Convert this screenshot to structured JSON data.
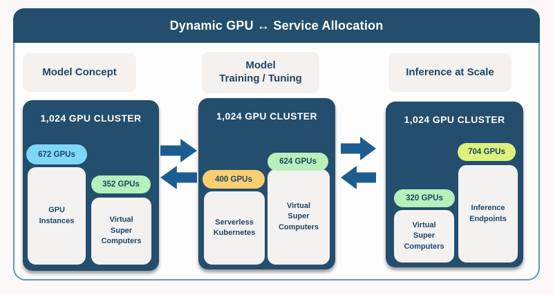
{
  "title": "Dynamic GPU ↔ Service Allocation",
  "panels": [
    {
      "heading": "Model Concept",
      "cluster_label": "1,024 GPU CLUSTER",
      "badges": [
        {
          "label": "672 GPUs",
          "color": "#7ed7f8"
        },
        {
          "label": "352 GPUs",
          "color": "#b6f0ba"
        }
      ],
      "boxes": [
        {
          "label": "GPU\nInstances"
        },
        {
          "label": "Virtual\nSuper\nComputers"
        }
      ]
    },
    {
      "heading": "Model\nTraining / Tuning",
      "cluster_label": "1,024 GPU CLUSTER",
      "badges": [
        {
          "label": "624 GPUs",
          "color": "#b6f0ba"
        },
        {
          "label": "400 GPUs",
          "color": "#fbce72"
        }
      ],
      "boxes": [
        {
          "label": "Serverless\nKubernetes"
        },
        {
          "label": "Virtual\nSuper\nComputers"
        }
      ]
    },
    {
      "heading": "Inference at Scale",
      "cluster_label": "1,024 GPU CLUSTER",
      "badges": [
        {
          "label": "704 GPUs",
          "color": "#ddf17c"
        },
        {
          "label": "320 GPUs",
          "color": "#b6f0ba"
        }
      ],
      "boxes": [
        {
          "label": "Inference\nEndpoints"
        },
        {
          "label": "Virtual\nSuper\nComputers"
        }
      ]
    }
  ],
  "colors": {
    "navy": "#234e6d",
    "container_border": "#6097ba",
    "arrow": "#1d5c90",
    "heading_card_bg": "#f5f1ef",
    "subbox_bg": "#f4f1f1",
    "text_navy": "#1d4566",
    "background": "#fbf8f7"
  }
}
